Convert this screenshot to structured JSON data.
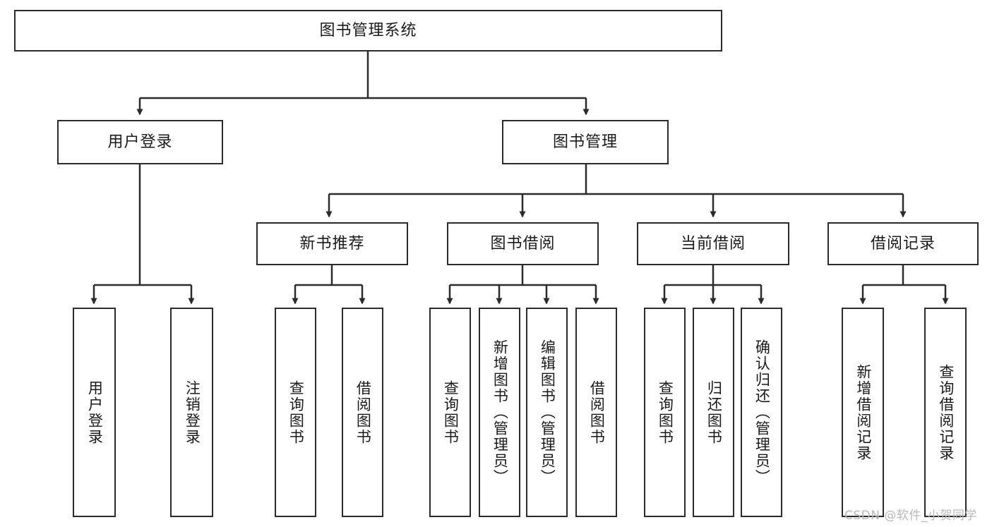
{
  "diagram": {
    "title_node": {
      "label": "图书管理系统"
    },
    "level2": [
      {
        "id": "user-login",
        "label": "用户登录"
      },
      {
        "id": "book-management",
        "label": "图书管理"
      }
    ],
    "level3": [
      {
        "id": "new-book-recommend",
        "label": "新书推荐"
      },
      {
        "id": "book-borrow",
        "label": "图书借阅"
      },
      {
        "id": "current-borrow",
        "label": "当前借阅"
      },
      {
        "id": "borrow-record",
        "label": "借阅记录"
      }
    ],
    "leaves": [
      {
        "id": "leaf-user-login",
        "label": "用户登录",
        "parent": "user-login"
      },
      {
        "id": "leaf-logout",
        "label": "注销登录",
        "parent": "user-login"
      },
      {
        "id": "leaf-query-book-1",
        "label": "查询图书",
        "parent": "new-book-recommend"
      },
      {
        "id": "leaf-borrow-book-1",
        "label": "借阅图书",
        "parent": "new-book-recommend"
      },
      {
        "id": "leaf-query-book-2",
        "label": "查询图书",
        "parent": "book-borrow"
      },
      {
        "id": "leaf-add-book",
        "label": "新增图书（管理员）",
        "parent": "book-borrow"
      },
      {
        "id": "leaf-edit-book",
        "label": "编辑图书（管理员）",
        "parent": "book-borrow"
      },
      {
        "id": "leaf-borrow-book-2",
        "label": "借阅图书",
        "parent": "book-borrow"
      },
      {
        "id": "leaf-query-book-3",
        "label": "查询图书",
        "parent": "current-borrow"
      },
      {
        "id": "leaf-return-book",
        "label": "归还图书",
        "parent": "current-borrow"
      },
      {
        "id": "leaf-confirm-return",
        "label": "确认归还（管理员）",
        "parent": "current-borrow"
      },
      {
        "id": "leaf-add-record",
        "label": "新增借阅记录",
        "parent": "borrow-record"
      },
      {
        "id": "leaf-query-record",
        "label": "查询借阅记录",
        "parent": "borrow-record"
      }
    ],
    "watermark": "CSDN @软件_小贺同学",
    "colors": {
      "stroke": "#2b2b2b",
      "fill": "#ffffff",
      "text": "#1a1a1a",
      "watermark": "#b9b9b9"
    }
  }
}
